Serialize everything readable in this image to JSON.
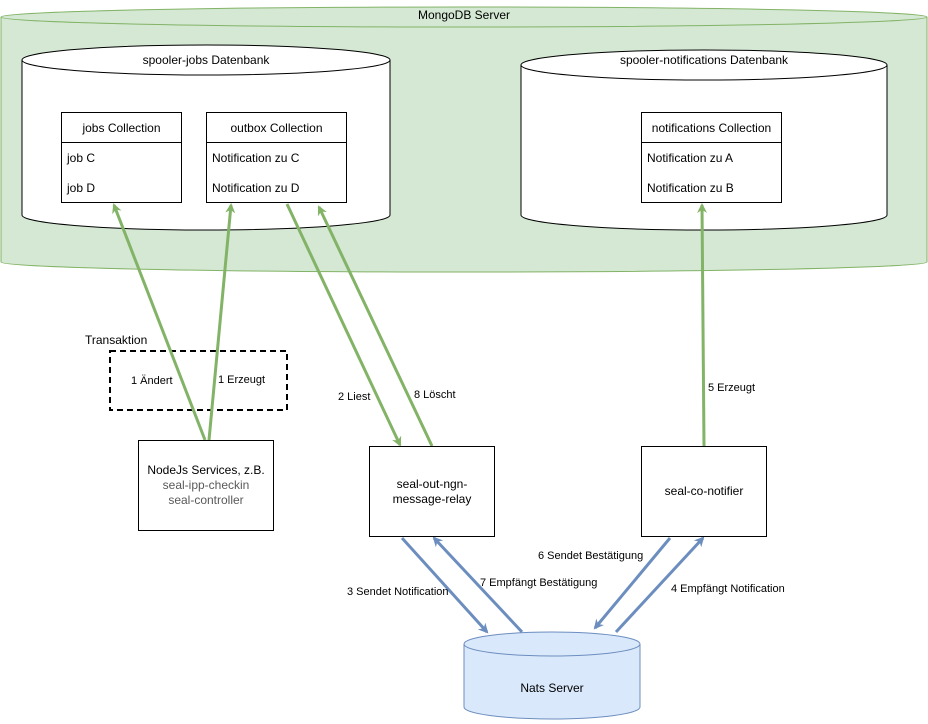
{
  "mongodb_server": {
    "label": "MongoDB Server",
    "fill": "#d5e8d4",
    "stroke": "#82b366"
  },
  "jobs_db": {
    "label": "spooler-jobs Datenbank",
    "collections": [
      {
        "title": "jobs Collection",
        "rows": [
          "job C",
          "job D"
        ]
      },
      {
        "title": "outbox Collection",
        "rows": [
          "Notification zu C",
          "Notification zu D"
        ]
      }
    ]
  },
  "notifications_db": {
    "label": "spooler-notifications Datenbank",
    "collections": [
      {
        "title": "notifications Collection",
        "rows": [
          "Notification zu A",
          "Notification zu B"
        ]
      }
    ]
  },
  "transaction": {
    "label": "Transaktion",
    "left_text": "1 Ändert",
    "right_text": "1 Erzeugt"
  },
  "services": {
    "nodejs": {
      "line1": "NodeJs Services, z.B.",
      "line2": "seal-ipp-checkin",
      "line3": "seal-controller"
    },
    "relay": {
      "line1": "seal-out-ngn-",
      "line2": "message-relay"
    },
    "notifier": {
      "label": "seal-co-notifier"
    }
  },
  "nats": {
    "label": "Nats Server",
    "fill": "#dae8fc",
    "stroke": "#6c8ebf"
  },
  "edge_labels": {
    "reads": "2 Liest",
    "deletes": "8 Löscht",
    "creates": "5 Erzeugt",
    "sends_notification": "3 Sendet Notification",
    "receives_confirmation": "7 Empfängt Bestätigung",
    "sends_confirmation": "6 Sendet Bestätigung",
    "receives_notification": "4 Empfängt Notification"
  },
  "colors": {
    "green_arrow": "#82b366",
    "blue_arrow": "#6c8ebf"
  }
}
